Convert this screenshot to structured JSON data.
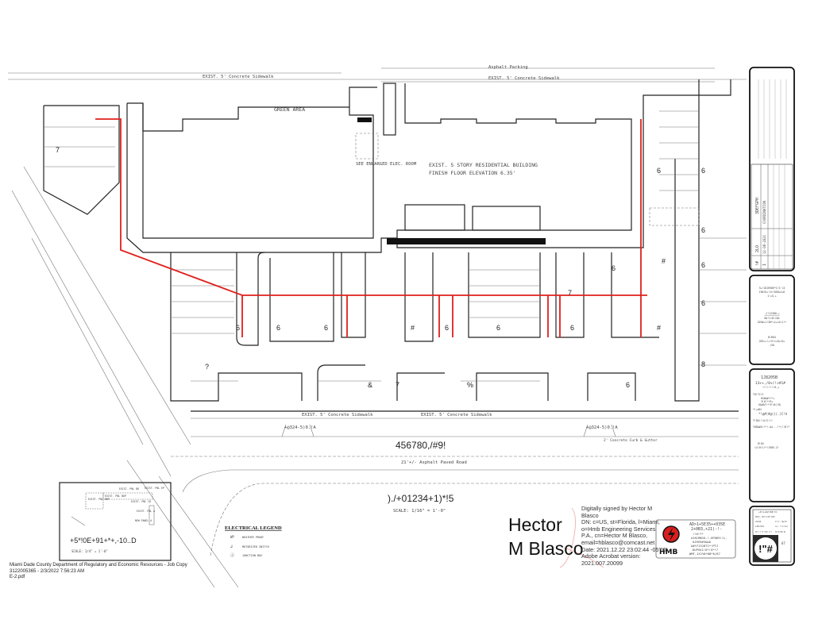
{
  "plan": {
    "sidewalk_labels": [
      "EXIST. 5' Concrete Sidewalk",
      "EXIST. 5' Concrete Sidewalk",
      "EXIST. 5' Concrete Sidewalk",
      "EXIST. 5' Concrete Sidewalk"
    ],
    "asphalt_parking": "Asphalt Parking",
    "green_area": "GREEN AREA",
    "building_line1": "EXIST. 5 STORY RESIDENTIAL BUILDING",
    "building_line2": "FINISH FLOOR ELEVATION 6.35'",
    "elec_room": "SEE ENLARGED ELEC. ROOM",
    "street_name": "456780,/#9!",
    "road_label": "21'+/- Asphalt Paved Road",
    "curb_label": "2' Concrete Curb & Gutter",
    "driveway_label": "+@324-5)0.!A",
    "parking_numbers": [
      "7",
      "6",
      "6",
      "6",
      "?",
      "6",
      "6",
      "6",
      "#",
      "6",
      "6",
      "6",
      "7",
      "&",
      "7",
      "%",
      "6",
      "6",
      "6",
      "#",
      "#",
      "8",
      "6"
    ],
    "plan_title": ")./+01234+1)*!5",
    "plan_scale": "SCALE: 1/16\" = 1'-0\""
  },
  "inset": {
    "labels": [
      "EXIST. PNL MDP",
      "EXIST. PNL BOP",
      "EXIST. PNL BD",
      "EXIST. PNL CD",
      "EXIST. PNL EP",
      "EXIST. PNL A",
      "NEW PANEL A"
    ],
    "title": "+5*!0E+91+*+,-10..D",
    "scale": "SCALE: 1/4\" = 1'-0\""
  },
  "legend": {
    "title": "ELECTRICAL LEGEND",
    "items": [
      {
        "symbol": "WP",
        "label": "WEATHER PROOF"
      },
      {
        "symbol": "⅃",
        "label": "MOTORIZED SWITCH"
      },
      {
        "symbol": "Ⓙ",
        "label": "JUNCTION BOX"
      }
    ]
  },
  "footer": {
    "line1": "Miami Dade County Department of Regulatory and Economic Resources - Job Copy",
    "line2": "3122005365  -  2/3/2022  7:56:23  AM",
    "line3": "E-2.pdf"
  },
  "signature": {
    "name_line1": "Hector",
    "name_line2": "M Blasco",
    "details": [
      "Digitally signed by Hector M",
      "Blasco",
      "DN: c=US, st=Florida, l=Miami,",
      "o=Hmb Engineering Services",
      "P.A., cn=Hector M Blasco,",
      "email=hblasco@comcast.net",
      "Date: 2021.12.22 23:02:44 -05'00'",
      "Adobe Acrobat version:",
      "2021.007.20099"
    ]
  },
  "firm": {
    "logo_text": "HMB",
    "lines": [
      "AD>1+5E35++035E",
      "2+0B3,+21)-!-",
      "!!6!7*",
      "AJKLMN1O-!-OPQK9!1)-",
      "OJRS9#5&&#",
      "&#%71318T1*!PTJ",
      "DUPVU1!O*!$*!7",
      "WMT,1X1%8*#8*6/87"
    ]
  },
  "title_block": {
    "revisions_header": [
      "!#",
      "2LO",
      "3DEFGPH"
    ],
    "revision_row": [
      "1",
      "12-08-2021",
      "COORDINATION"
    ],
    "project_lines": [
      "5+!1D1H5DE*1!5 C4",
      "I5N!D+!1>!D5D+4+D",
      "1!+5,+",
      "-J!123D0-+",
      "8#!1!6!1D4",
      "2D3#+1!3D*+1+LA!1!*",
      "N!D04",
      "2D3++!+!5!1+D+>Q+",
      "/58"
    ],
    "owner_lines": [
      "1J8205B",
      "13++,/0+/!>#1#",
      "!!!!!!!!0,+",
      "T0!*2!2",
      "RS#&#*!*+",
      "3!6!*!R+",
      "$&#&T!*!E!#(!B)",
      "*!+#0!",
      "*!@#(#@()(.)C!A",
      "T!D&!!!&!2!!!",
      "T#D&#&!!*!-&4...!*/!!8!*",
      "D!D4",
      "=1!0!1!*!1985.2!"
    ],
    "sheet_info": [
      "+0!1+D2!8#!C%",
      "HCS,!D!1!P!C#!",
      "2LO4",
      "C!C.!&!8",
      "L8A!D4",
      "1/-!!>!&!",
      "6!!!!!!#!!!!",
      "9!6!D!8"
    ],
    "sheet_number": "!\"#",
    "sheet_of": "67"
  },
  "colors": {
    "conduit": "#e0201c",
    "line": "#222222"
  }
}
